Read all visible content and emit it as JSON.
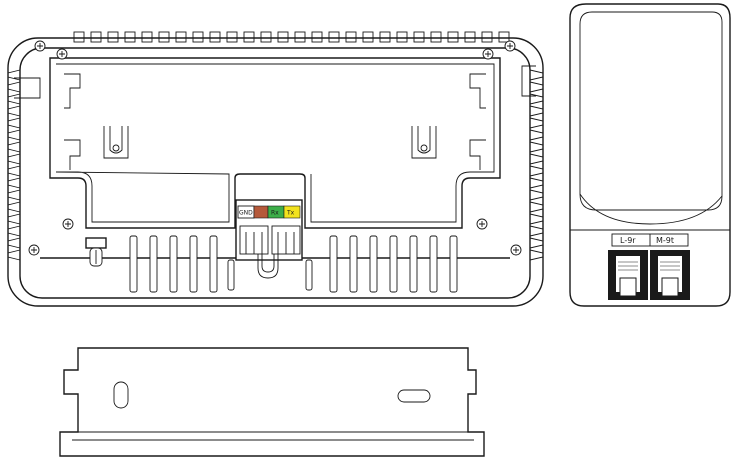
{
  "terminal": {
    "gnd": "GND",
    "rx": "Rx",
    "tx": "Tx",
    "colors": {
      "brown": "#b5593a",
      "green": "#3dae49",
      "yellow": "#f2e21e"
    }
  },
  "ports": {
    "left_label": "L-9r",
    "right_label": "M-9t"
  }
}
